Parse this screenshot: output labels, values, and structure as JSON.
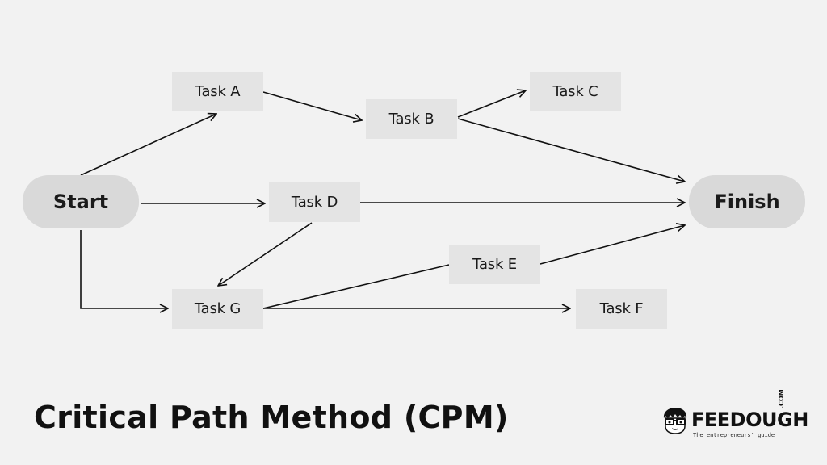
{
  "nodes": {
    "start": "Start",
    "finish": "Finish",
    "task_a": "Task A",
    "task_b": "Task B",
    "task_c": "Task C",
    "task_d": "Task D",
    "task_e": "Task E",
    "task_f": "Task F",
    "task_g": "Task G"
  },
  "edges": [
    {
      "from": "Start",
      "to": "Task A"
    },
    {
      "from": "Start",
      "to": "Task D"
    },
    {
      "from": "Start",
      "to": "Task G"
    },
    {
      "from": "Task A",
      "to": "Task B"
    },
    {
      "from": "Task B",
      "to": "Task C"
    },
    {
      "from": "Task B",
      "to": "Finish"
    },
    {
      "from": "Task D",
      "to": "Finish"
    },
    {
      "from": "Task D",
      "to": "Task G"
    },
    {
      "from": "Task G",
      "to": "Task E"
    },
    {
      "from": "Task E",
      "to": "Finish"
    },
    {
      "from": "Task G",
      "to": "Task F"
    }
  ],
  "title": "Critical Path Method (CPM)",
  "brand": {
    "name": "FEEDOUGH",
    "domain": ".COM",
    "tagline": "The entrepreneurs' guide",
    "logo_icon": "face-with-glasses-icon"
  },
  "colors": {
    "background": "#f2f2f2",
    "task_box": "#e4e4e4",
    "terminal": "#d9d9d9",
    "line": "#111111"
  }
}
